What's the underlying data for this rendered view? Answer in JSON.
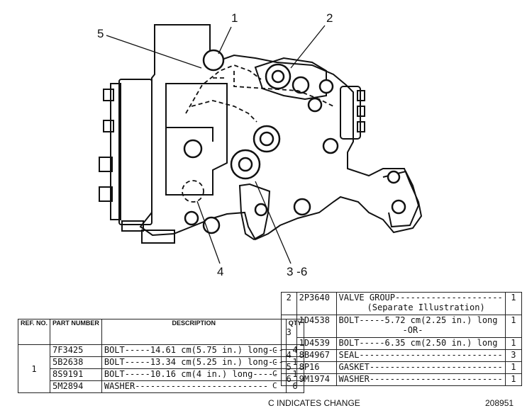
{
  "callouts": [
    "1",
    "2",
    "3 -6",
    "4",
    "5"
  ],
  "left_table": {
    "headers": {
      "ref": "REF. NO.",
      "part": "PART NUMBER",
      "desc": "DESCRIPTION",
      "qty": "QTY"
    },
    "ref": "1",
    "rows": [
      {
        "part": "7F3425",
        "desc": "BOLT-----14.61 cm(5.75 in.) long---",
        "qty": "4"
      },
      {
        "part": "5B2638",
        "desc": "BOLT-----13.34 cm(5.25 in.) long---",
        "qty": "1"
      },
      {
        "part": "8S9191",
        "desc": "BOLT-----10.16 cm(4 in.) long-----",
        "qty": "1"
      },
      {
        "part": "5M2894",
        "desc": "WASHER--------------------------",
        "qty": "6"
      }
    ]
  },
  "right_table": {
    "rows": [
      {
        "change": "",
        "ref": "2",
        "part": "2P3640",
        "desc": "VALVE GROUP---------------------",
        "desc2": "(Separate Illustration)",
        "qty": "1"
      },
      {
        "change": "",
        "ref": "",
        "part": "1D4538",
        "desc": "BOLT-----5.72 cm(2.25 in.) long",
        "desc2": "-OR-",
        "qty": "1"
      },
      {
        "change": "C",
        "ref": "3",
        "part": "1D4539",
        "desc": "BOLT-----6.35 cm(2.50 in.) long",
        "desc2": "",
        "qty": "1"
      },
      {
        "change": "C",
        "ref": "4",
        "part": "8B4967",
        "desc": "SEAL----------------------------",
        "desc2": "",
        "qty": "3"
      },
      {
        "change": "C",
        "ref": "5",
        "part": "8P16",
        "desc": "GASKET--------------------------",
        "desc2": "",
        "qty": "1"
      },
      {
        "change": "C",
        "ref": "6",
        "part": "9M1974",
        "desc": "WASHER--------------------------",
        "desc2": "",
        "qty": "1"
      }
    ]
  },
  "footer": {
    "legend": "C INDICATES CHANGE",
    "number": "208951"
  }
}
